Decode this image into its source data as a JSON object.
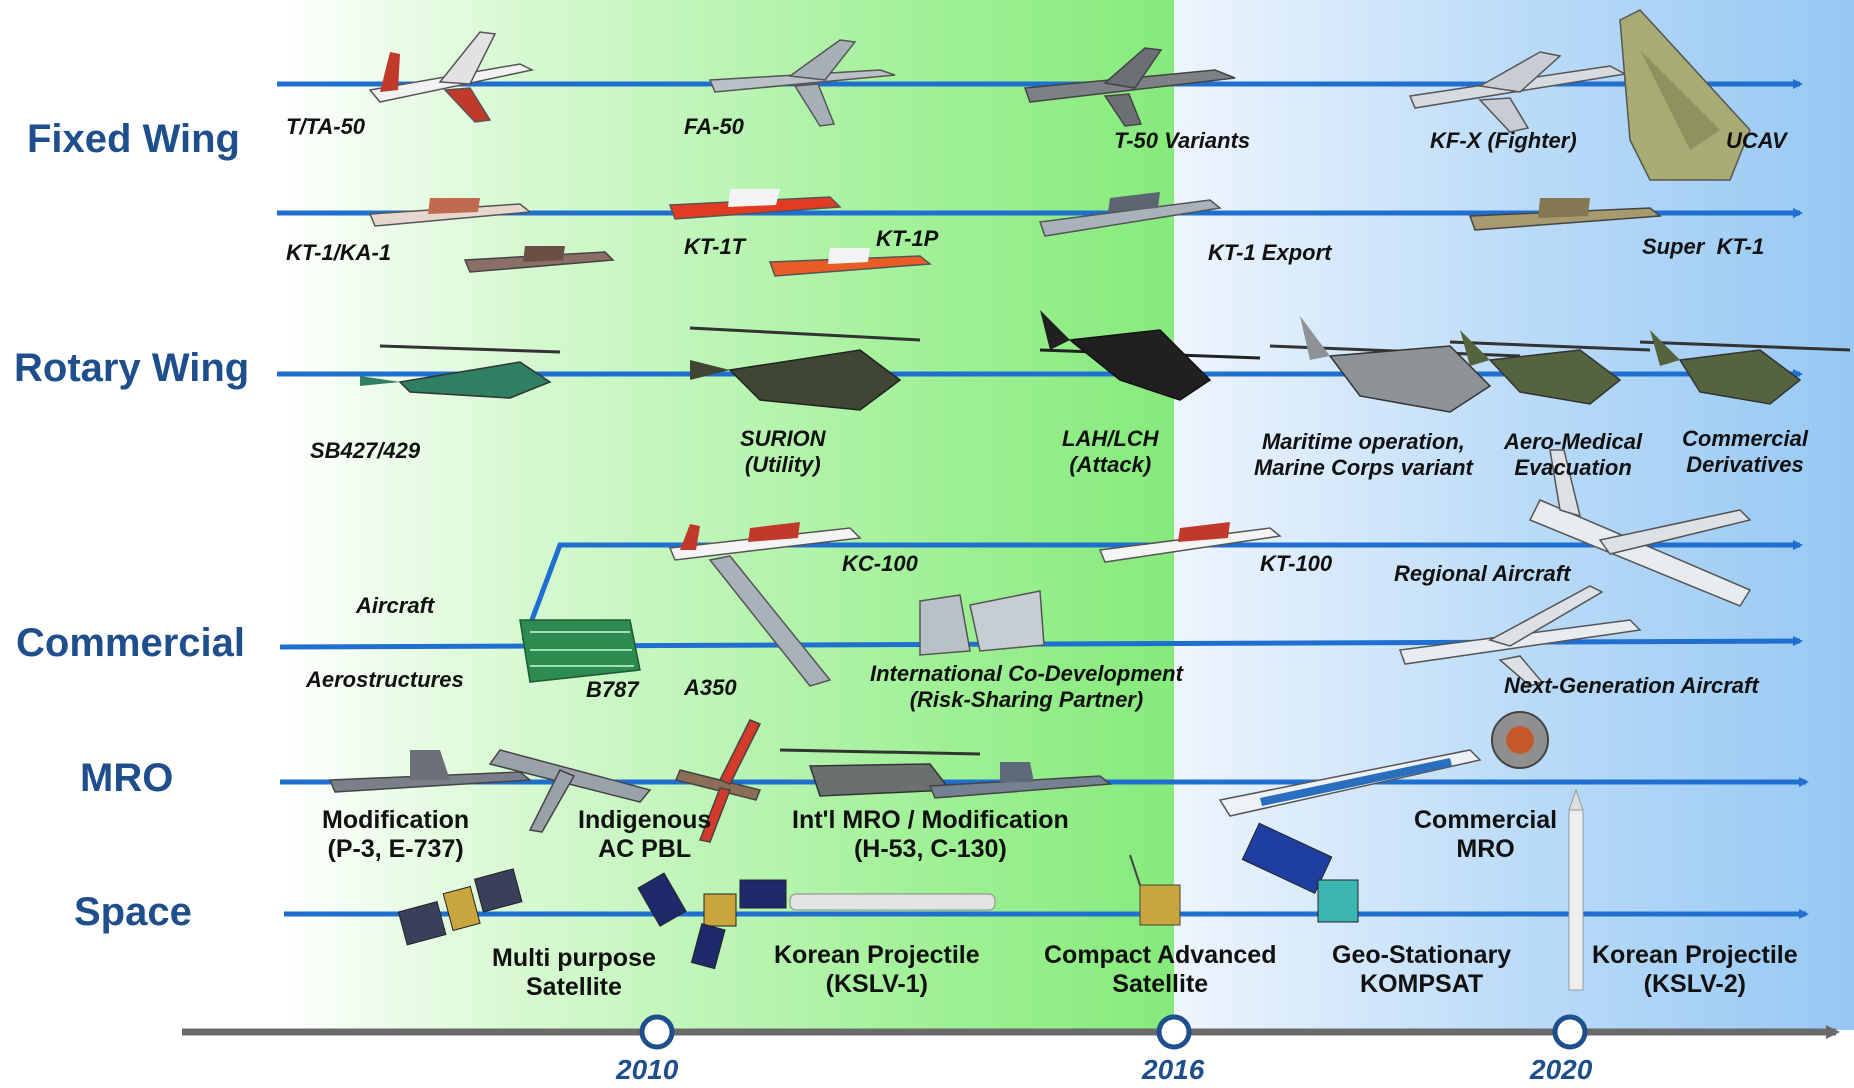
{
  "categories": {
    "fixed_wing": "Fixed Wing",
    "rotary_wing": "Rotary Wing",
    "commercial": "Commercial",
    "mro": "MRO",
    "space": "Space"
  },
  "years": [
    "2010",
    "2016",
    "2020"
  ],
  "fixed_wing": {
    "row1": [
      "T/TA-50",
      "FA-50",
      "T-50 Variants",
      "KF-X (Fighter)",
      "UCAV"
    ],
    "row2": [
      "KT-1/KA-1",
      "KT-1T",
      "KT-1P",
      "KT-1 Export",
      "Super  KT-1"
    ]
  },
  "rotary_wing": {
    "sb427": "SB427/429",
    "surion": [
      "SURION",
      "(Utility)"
    ],
    "lah": [
      "LAH/LCH",
      "(Attack)"
    ],
    "maritime": [
      "Maritime operation,",
      "Marine Corps variant"
    ],
    "medical": [
      "Aero-Medical",
      "Evacuation"
    ],
    "derivatives": [
      "Commercial",
      "Derivatives"
    ]
  },
  "commercial": {
    "aircraft": "Aircraft",
    "aerostructures": "Aerostructures",
    "kc100": "KC-100",
    "kt100": "KT-100",
    "regional": "Regional Aircraft",
    "b787": "B787",
    "a350": "A350",
    "codev": [
      "International Co-Development",
      "(Risk-Sharing Partner)"
    ],
    "nextgen": "Next-Generation Aircraft"
  },
  "mro": {
    "modification": [
      "Modification",
      "(P-3, E-737)"
    ],
    "indigenous": [
      "Indigenous",
      "AC PBL"
    ],
    "intl": [
      "Int'l MRO / Modification",
      "(H-53, C-130)"
    ],
    "commercial_mro": [
      "Commercial",
      "MRO"
    ]
  },
  "space": {
    "multi": [
      "Multi purpose",
      "Satellite"
    ],
    "kslv1": [
      "Korean Projectile",
      "(KSLV-1)"
    ],
    "compact": [
      "Compact Advanced",
      "Satellite"
    ],
    "geo": [
      "Geo-Stationary",
      "KOMPSAT"
    ],
    "kslv2": [
      "Korean Projectile",
      "(KSLV-2)"
    ]
  },
  "colors": {
    "category_text": "#1f4e8c",
    "arrow": "#1f6fd1",
    "timeline": "#6a6a6a",
    "green_zone": "#8eec83",
    "blue_zone": "#9dccf4"
  }
}
